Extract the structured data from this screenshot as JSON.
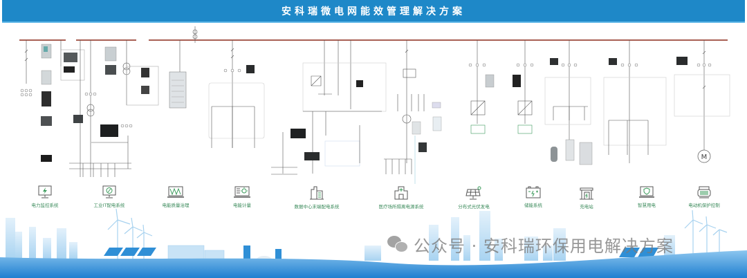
{
  "title": "安科瑞微电网能效管理解决方案",
  "categories": [
    {
      "label": "电力监控系统",
      "icon": "monitor-lightning-icon"
    },
    {
      "label": "工业IT配电系统",
      "icon": "monitor-plug-icon"
    },
    {
      "label": "电能质量治理",
      "icon": "waveform-monitor-icon"
    },
    {
      "label": "电能计量",
      "icon": "meter-lightbulb-icon"
    },
    {
      "label": "数据中心末端配电系统",
      "icon": "data-center-building-icon"
    },
    {
      "label": "医疗场所隔离电源系统",
      "icon": "hospital-building-icon"
    },
    {
      "label": "分布式光伏发电",
      "icon": "solar-panel-icon"
    },
    {
      "label": "储能系统",
      "icon": "battery-icon"
    },
    {
      "label": "充电站",
      "icon": "charging-station-icon"
    },
    {
      "label": "智慧用电",
      "icon": "shield-monitor-icon"
    },
    {
      "label": "电动机保护控制",
      "icon": "motor-icon"
    }
  ],
  "diagram": {
    "motor_symbol": "M"
  },
  "watermark": {
    "text": "公众号 · 安科瑞环保用电解决方案",
    "icon": "wechat-icon"
  },
  "colors": {
    "title_bar": "#1e88c8",
    "bus_bar": "#8b2a1c",
    "category_text": "#3a8a5a",
    "skyline": "#2f8fd6"
  }
}
